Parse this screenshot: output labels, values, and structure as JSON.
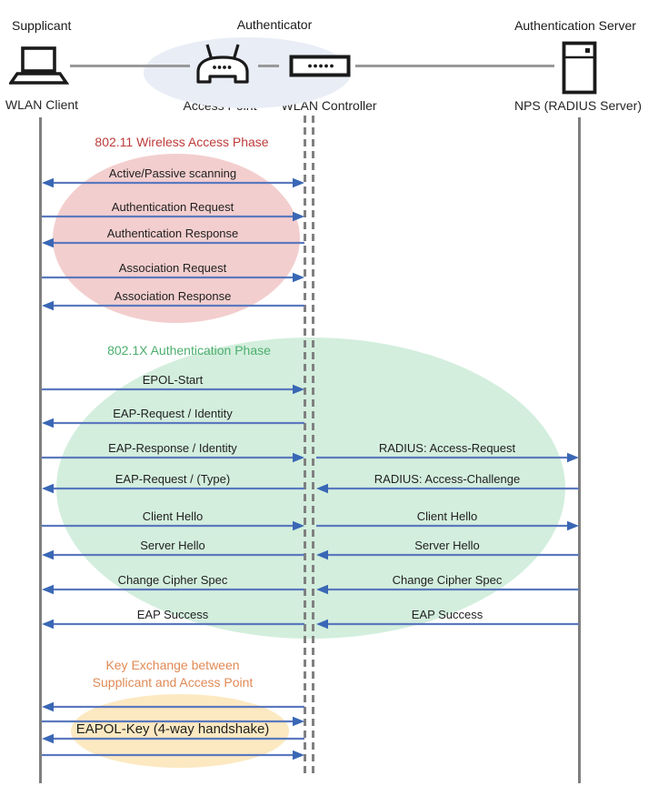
{
  "diagram": {
    "actors": {
      "roles": [
        {
          "label": "Supplicant"
        },
        {
          "label": "Authenticator"
        },
        {
          "label": "Authentication Server"
        }
      ],
      "devices": [
        {
          "label": "WLAN Client",
          "icon": "laptop-icon"
        },
        {
          "label": "Access Point",
          "icon": "access-point-icon"
        },
        {
          "label": "WLAN Controller",
          "icon": "wlan-controller-icon"
        },
        {
          "label": "NPS (RADIUS Server)",
          "icon": "server-icon"
        }
      ]
    },
    "phases": [
      {
        "title": "802.11 Wireless Access Phase",
        "title_color": "#BE3B3B",
        "ellipse_color": "#F3CECE"
      },
      {
        "title": "802.1X Authentication Phase",
        "title_color": "#4CAF6E",
        "ellipse_color": "#D3EEDD"
      },
      {
        "title_lines": [
          "Key Exchange between",
          "Supplicant and Access Point"
        ],
        "title_color": "#E08A55",
        "ellipse_color": "#FCE9C2"
      }
    ],
    "messages": [
      {
        "label": "Active/Passive scanning",
        "sections": [
          "left"
        ],
        "direction": "both"
      },
      {
        "label": "Authentication Request",
        "sections": [
          "left"
        ],
        "direction": "right"
      },
      {
        "label": "Authentication Response",
        "sections": [
          "left"
        ],
        "direction": "left"
      },
      {
        "label": "Association Request",
        "sections": [
          "left"
        ],
        "direction": "right"
      },
      {
        "label": "Association Response",
        "sections": [
          "left"
        ],
        "direction": "left"
      },
      {
        "label": "EPOL-Start",
        "sections": [
          "left"
        ],
        "direction": "right"
      },
      {
        "label": "EAP-Request / Identity",
        "sections": [
          "left"
        ],
        "direction": "left"
      },
      {
        "label": "EAP-Response / Identity",
        "label_right": "RADIUS: Access-Request",
        "sections": [
          "left",
          "right"
        ],
        "direction": "right"
      },
      {
        "label": "EAP-Request / (Type)",
        "label_right": "RADIUS: Access-Challenge",
        "sections": [
          "left",
          "right"
        ],
        "direction": "left"
      },
      {
        "label": "Client Hello",
        "label_right": "Client Hello",
        "sections": [
          "left",
          "right"
        ],
        "direction": "right"
      },
      {
        "label": "Server Hello",
        "label_right": "Server Hello",
        "sections": [
          "left",
          "right"
        ],
        "direction": "left"
      },
      {
        "label": "Change Cipher Spec",
        "label_right": "Change Cipher Spec",
        "sections": [
          "left",
          "right"
        ],
        "direction": "left"
      },
      {
        "label": "EAP Success",
        "label_right": "EAP Success",
        "sections": [
          "left",
          "right"
        ],
        "direction": "left"
      },
      {
        "label": "",
        "sections": [
          "left"
        ],
        "direction": "left"
      },
      {
        "label": "",
        "sections": [
          "left"
        ],
        "direction": "right"
      },
      {
        "label": "EAPOL-Key (4-way handshake)",
        "sections": [
          "left"
        ],
        "direction": "none",
        "label_only": true
      },
      {
        "label": "",
        "sections": [
          "left"
        ],
        "direction": "left"
      },
      {
        "label": "",
        "sections": [
          "left"
        ],
        "direction": "right"
      }
    ],
    "colors": {
      "arrow_line": "#5B79BE",
      "arrow_head": "#3A67B5",
      "lifeline": "#7F7F7F",
      "connector": "#999999",
      "authenticator_bg": "#E9EDF6",
      "message_text": "#1F1F1F"
    }
  }
}
